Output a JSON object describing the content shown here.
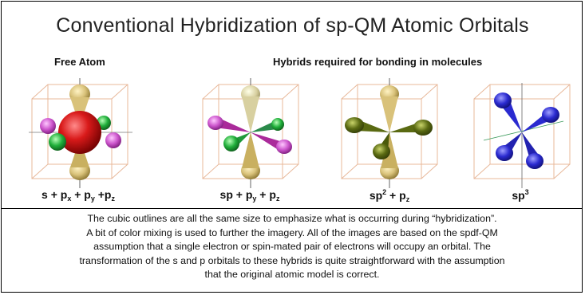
{
  "title": "Conventional Hybridization of sp-QM Atomic Orbitals",
  "labels": {
    "free_atom": "Free Atom",
    "hybrids": "Hybrids required for bonding in molecules"
  },
  "formulas": {
    "free": {
      "p1": "s + p",
      "s1": "x",
      "p2": " + p",
      "s2": "y",
      "p3": " +p",
      "s3": "z"
    },
    "sp": {
      "p1": "sp + p",
      "s1": "y",
      "p2": " + p",
      "s2": "z"
    },
    "sp2": {
      "p1": "sp",
      "sup": "2",
      "p2": " + p",
      "s2": "z"
    },
    "sp3": {
      "p1": "sp",
      "sup": "3"
    }
  },
  "caption": [
    "The cubic outlines are all the same size to emphasize what is occurring during “hybridization”.",
    "A bit of color mixing is used to further the imagery. All of the images are based on the spdf-QM",
    "assumption that a single electron or spin-mated pair of electrons will occupy an orbital. The",
    "transformation of the s and p orbitals to these hybrids is quite straightforward with the assumption",
    "that the original atomic model is correct."
  ],
  "colors": {
    "cube_outline": "#e8b89a",
    "s_orbital": "#d91a1a",
    "pz_orbital": "#d9c27a",
    "px_orbital": "#cc66cc",
    "py_orbital": "#1fae3a",
    "sp_hybrid": "#d4cfa0",
    "sp2_hybrid": "#5a6a12",
    "sp3_hybrid": "#2a2ad0"
  }
}
